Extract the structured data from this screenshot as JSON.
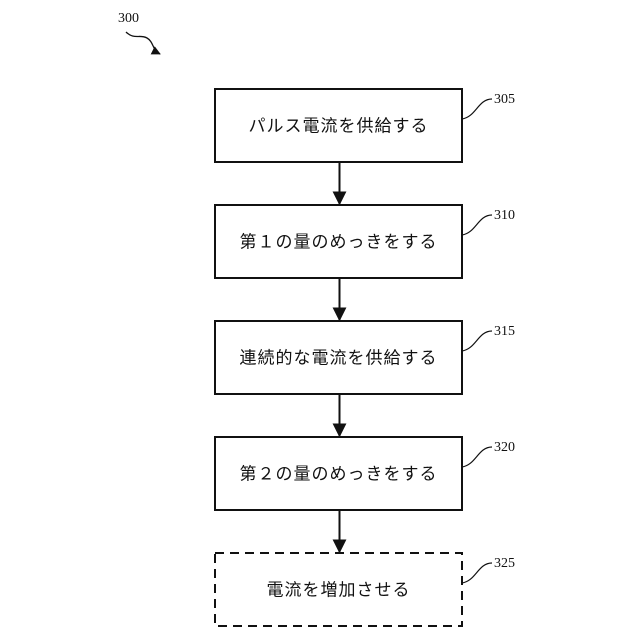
{
  "figure": {
    "number": "300"
  },
  "steps": [
    {
      "ref": "305",
      "label": "パルス電流を供給する",
      "dashed": false
    },
    {
      "ref": "310",
      "label": "第１の量のめっきをする",
      "dashed": false
    },
    {
      "ref": "315",
      "label": "連続的な電流を供給する",
      "dashed": false
    },
    {
      "ref": "320",
      "label": "第２の量のめっきをする",
      "dashed": false
    },
    {
      "ref": "325",
      "label": "電流を増加させる",
      "dashed": true
    }
  ],
  "colors": {
    "stroke": "#111111",
    "background": "#ffffff"
  }
}
